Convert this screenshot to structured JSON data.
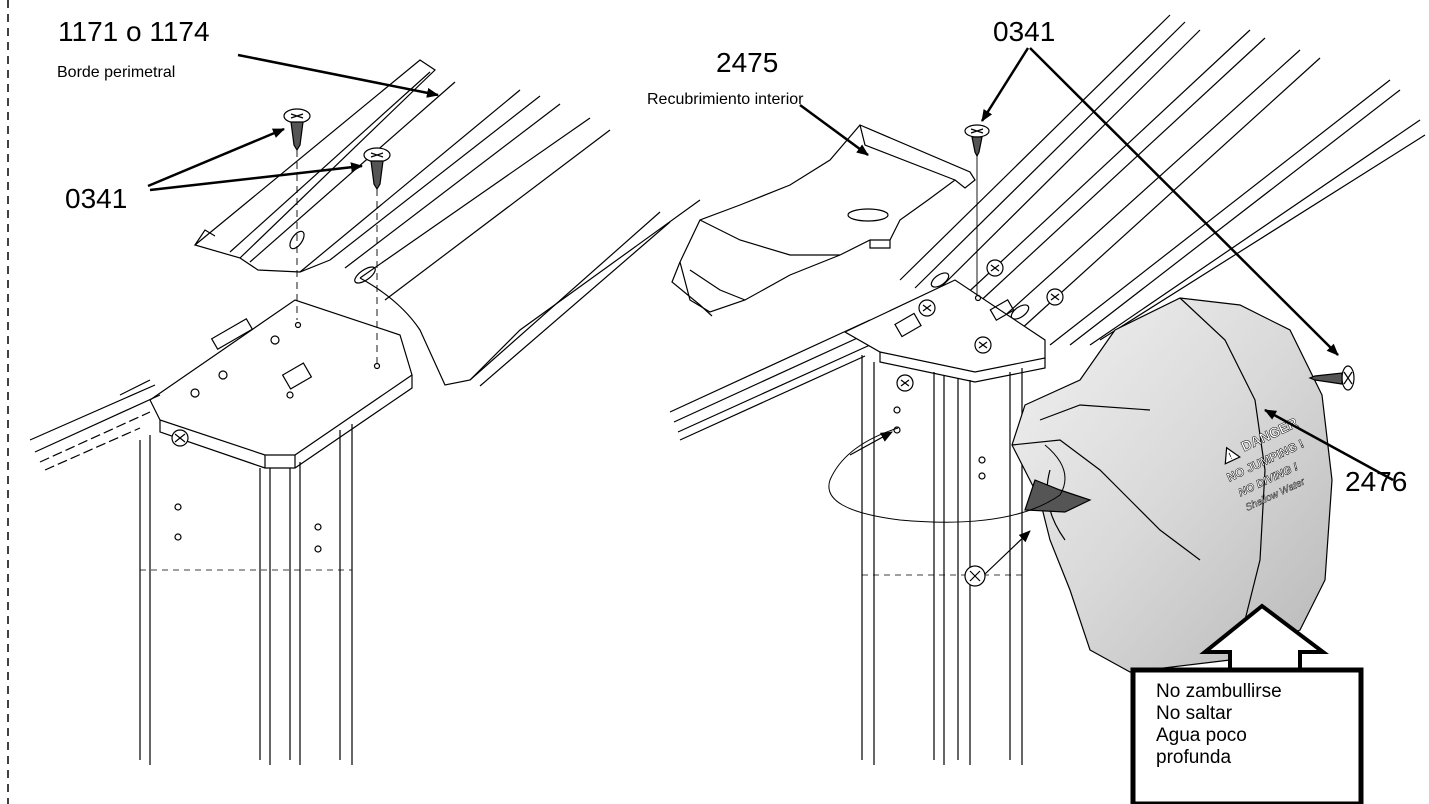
{
  "labels": {
    "left_part_number": "1171 o 1174",
    "left_part_name": "Borde perimetral",
    "left_screw": "0341",
    "cover_part_number": "2475",
    "cover_part_name": "Recubrimiento interior",
    "right_screw": "0341",
    "cap_part_number": "2476"
  },
  "decal": {
    "lines": [
      "DANGER",
      "NO JUMPING !",
      "NO DIVING !",
      "Shallow Water"
    ]
  },
  "warning_box": {
    "lines": [
      "No zambullirse",
      "No saltar",
      "Agua poco",
      "profunda"
    ]
  }
}
